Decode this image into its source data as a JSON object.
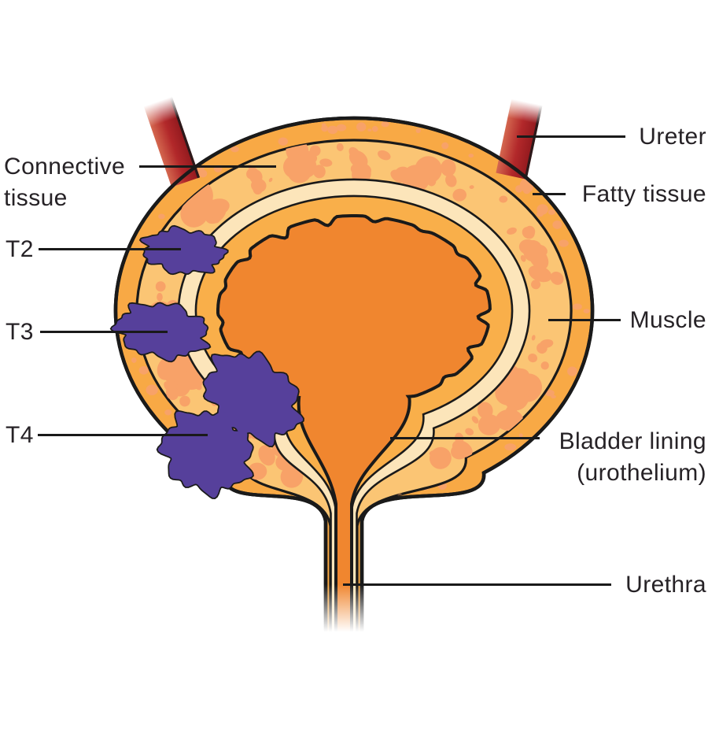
{
  "labels": {
    "connective_tissue": {
      "line1": "Connective",
      "line2": "tissue"
    },
    "t2": "T2",
    "t3": "T3",
    "t4": "T4",
    "ureter": "Ureter",
    "fatty_tissue": "Fatty tissue",
    "muscle": "Muscle",
    "bladder_lining": {
      "line1": "Bladder lining",
      "line2": "(urothelium)"
    },
    "urethra": "Urethra"
  },
  "colors": {
    "background": "#ffffff",
    "outline": "#1a1a1a",
    "label_text": "#262226",
    "lumen_orange": "#f0862f",
    "bladder_lining_orange": "#f9af4a",
    "connective_cream": "#fce5ba",
    "muscle_light": "#fbc574",
    "tissue_blob_salmon": "#f8a268",
    "fatty_orange": "#f8a945",
    "tumor_purple": "#56409b",
    "ureter_red_dark": "#8f181d",
    "ureter_red_mid": "#b2282a",
    "ureter_red_light": "#d4674f"
  }
}
